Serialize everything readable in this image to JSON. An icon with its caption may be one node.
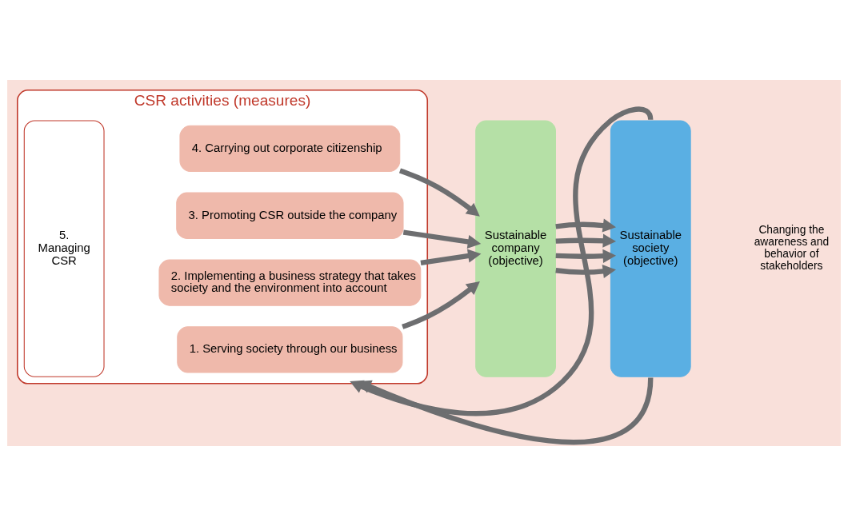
{
  "diagram": {
    "nodes": [
      {
        "text": [
          "CSR activities (measures)"
        ]
      },
      {
        "text": [
          "1. Serving society through our business"
        ],
        "in": 0
      },
      {
        "text": [
          "2. Implementing a business strategy that takes society and the environment into account"
        ],
        "in": 0
      },
      {
        "text": [
          "3. Promoting CSR outside the company"
        ],
        "in": 0
      },
      {
        "text": [
          "4. Carrying out corporate citizenship"
        ],
        "in": 0
      },
      {
        "text": [
          "5. Managing CSR"
        ],
        "in": 0
      },
      {
        "text": [
          "Sustainable company (objective)"
        ]
      },
      {
        "text": [
          "Sustainable society (objective)"
        ]
      }
    ],
    "edges": [
      {
        "from": 1,
        "to": 6,
        "arrow": "to"
      },
      {
        "from": 2,
        "to": 6,
        "arrow": "to"
      },
      {
        "from": 3,
        "to": 6,
        "arrow": "to"
      },
      {
        "from": 4,
        "to": 6,
        "arrow": "to"
      },
      {
        "from": 6,
        "to": 7,
        "arrow": "to"
      },
      {
        "from": 6,
        "to": 7,
        "arrow": "to"
      },
      {
        "from": 6,
        "to": 7,
        "arrow": "to"
      },
      {
        "from": 6,
        "to": 7,
        "arrow": "to"
      },
      {
        "from": 7,
        "to": 0,
        "arrow": "to"
      },
      {
        "from": 7,
        "to": 0,
        "arrow": "to"
      }
    ],
    "labels": [
      "Changing the awareness and behavior of stakeholders"
    ]
  }
}
